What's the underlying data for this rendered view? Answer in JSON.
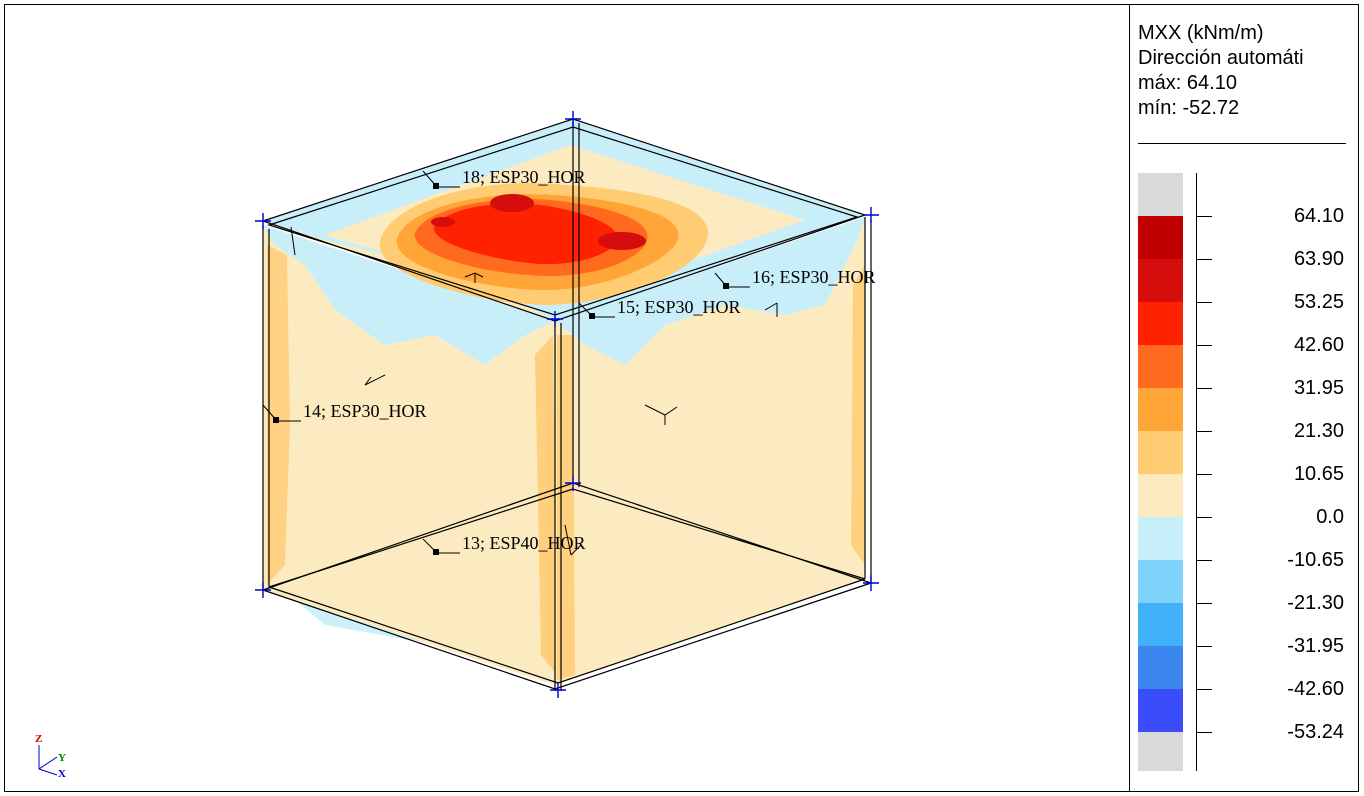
{
  "legend": {
    "title": "MXX (kNm/m)",
    "direction": "Dirección automáti",
    "max_label": "máx: 64.10",
    "min_label": "mín: -52.72",
    "top_swatch_color": "#d9d9d9",
    "bottom_swatch_color": "#d9d9d9",
    "scale": [
      {
        "label": "64.10",
        "color": "#c00000"
      },
      {
        "label": "63.90",
        "color": "#d60d0d"
      },
      {
        "label": "53.25",
        "color": "#ff2200"
      },
      {
        "label": "42.60",
        "color": "#ff6a1f"
      },
      {
        "label": "31.95",
        "color": "#ffa436"
      },
      {
        "label": "21.30",
        "color": "#ffcc73"
      },
      {
        "label": "10.65",
        "color": "#fcebc1"
      },
      {
        "label": "0.0",
        "color": "#c8eefa"
      },
      {
        "label": "-10.65",
        "color": "#7fd3fb"
      },
      {
        "label": "-21.30",
        "color": "#41b2f9"
      },
      {
        "label": "-31.95",
        "color": "#3c86ef"
      },
      {
        "label": "-42.60",
        "color": "#3b4dfb"
      },
      {
        "label": "-53.24",
        "color": "#d9d9d9"
      }
    ]
  },
  "shells": {
    "s18": "18; ESP30_HOR",
    "s16": "16; ESP30_HOR",
    "s15": "15; ESP30_HOR",
    "s14": "14; ESP30_HOR",
    "s13": "13; ESP40_HOR"
  },
  "axes": {
    "z": "Z",
    "y": "Y",
    "x": "X"
  },
  "colors": {
    "face_base": "#fcebc1",
    "face_light": "#fdf0d3",
    "negative_band": "#c8eefa",
    "edge_band": "#ffcc73",
    "hot1": "#ffa436",
    "hot2": "#ff6a1f",
    "hot3": "#ff2200",
    "hot4": "#d60d0d",
    "node_marker": "#0000cc",
    "outline": "#000000"
  }
}
